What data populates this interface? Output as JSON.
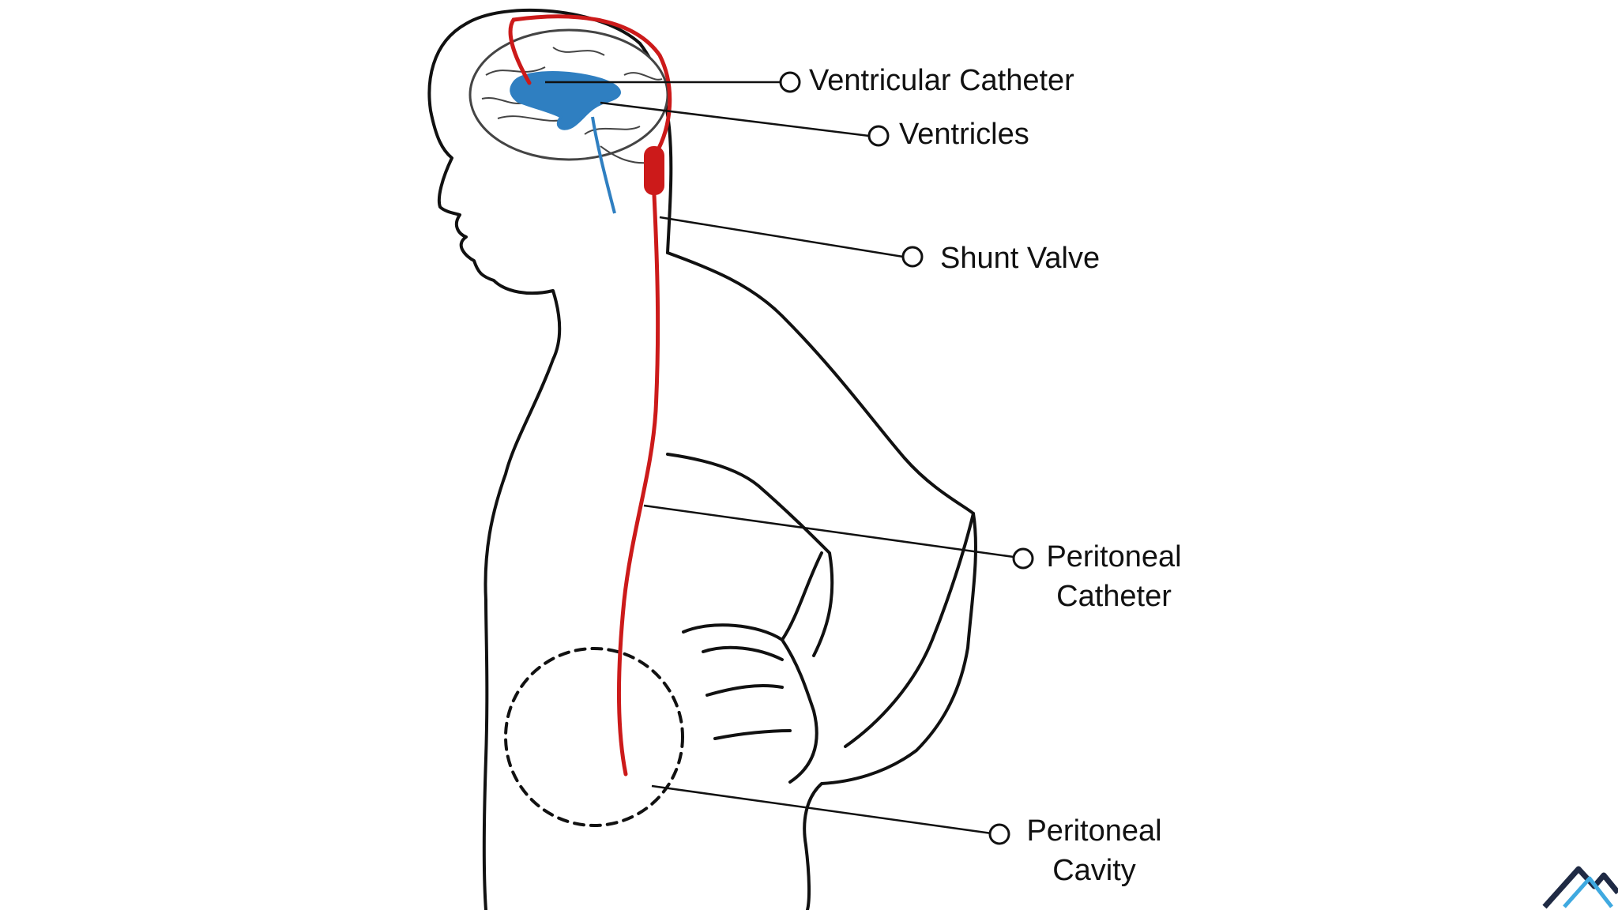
{
  "labels": {
    "ventricular_catheter": "Ventricular Catheter",
    "ventricles": "Ventricles",
    "shunt_valve": "Shunt Valve",
    "peritoneal_catheter_line1": "Peritoneal",
    "peritoneal_catheter_line2": "Catheter",
    "peritoneal_cavity_line1": "Peritoneal",
    "peritoneal_cavity_line2": "Cavity"
  },
  "colors": {
    "outline": "#111111",
    "catheter": "#cc1a1a",
    "ventricles": "#2f7fc1",
    "brain_lines": "#444444",
    "logo_dark": "#1f2a44",
    "logo_accent": "#3fa9e0"
  },
  "icons": {
    "logo": "mountain-logo-icon"
  }
}
